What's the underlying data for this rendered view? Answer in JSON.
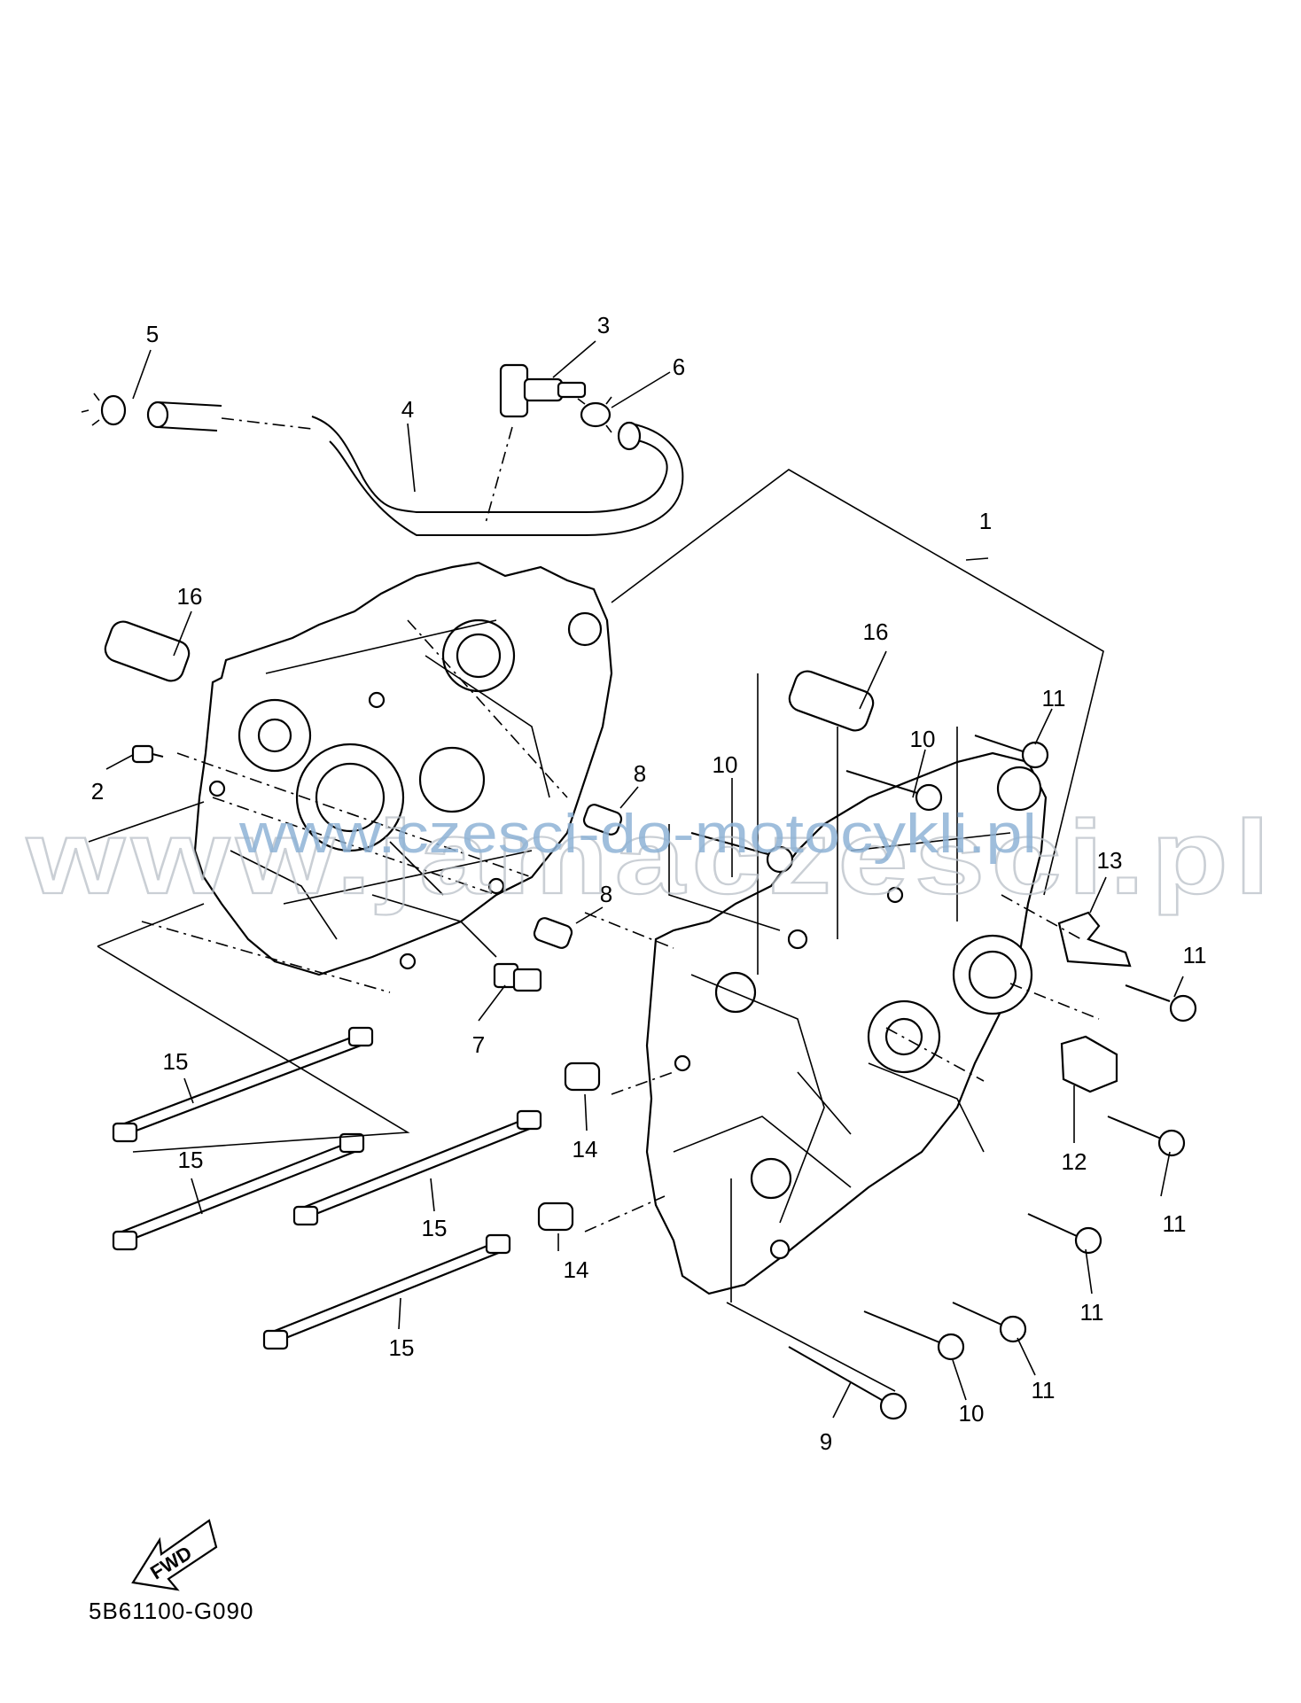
{
  "diagram": {
    "part_callouts": [
      "1",
      "2",
      "3",
      "4",
      "5",
      "6",
      "7",
      "8",
      "8",
      "9",
      "10",
      "10",
      "10",
      "11",
      "11",
      "11",
      "11",
      "11",
      "12",
      "13",
      "14",
      "14",
      "15",
      "15",
      "15",
      "15",
      "16",
      "16"
    ],
    "direction_label": "FWD",
    "drawing_code": "5B61100-G090"
  },
  "watermark": {
    "large": "www.jamaczesci.pl",
    "small": "www.czesci-do-motocykli.pl"
  }
}
